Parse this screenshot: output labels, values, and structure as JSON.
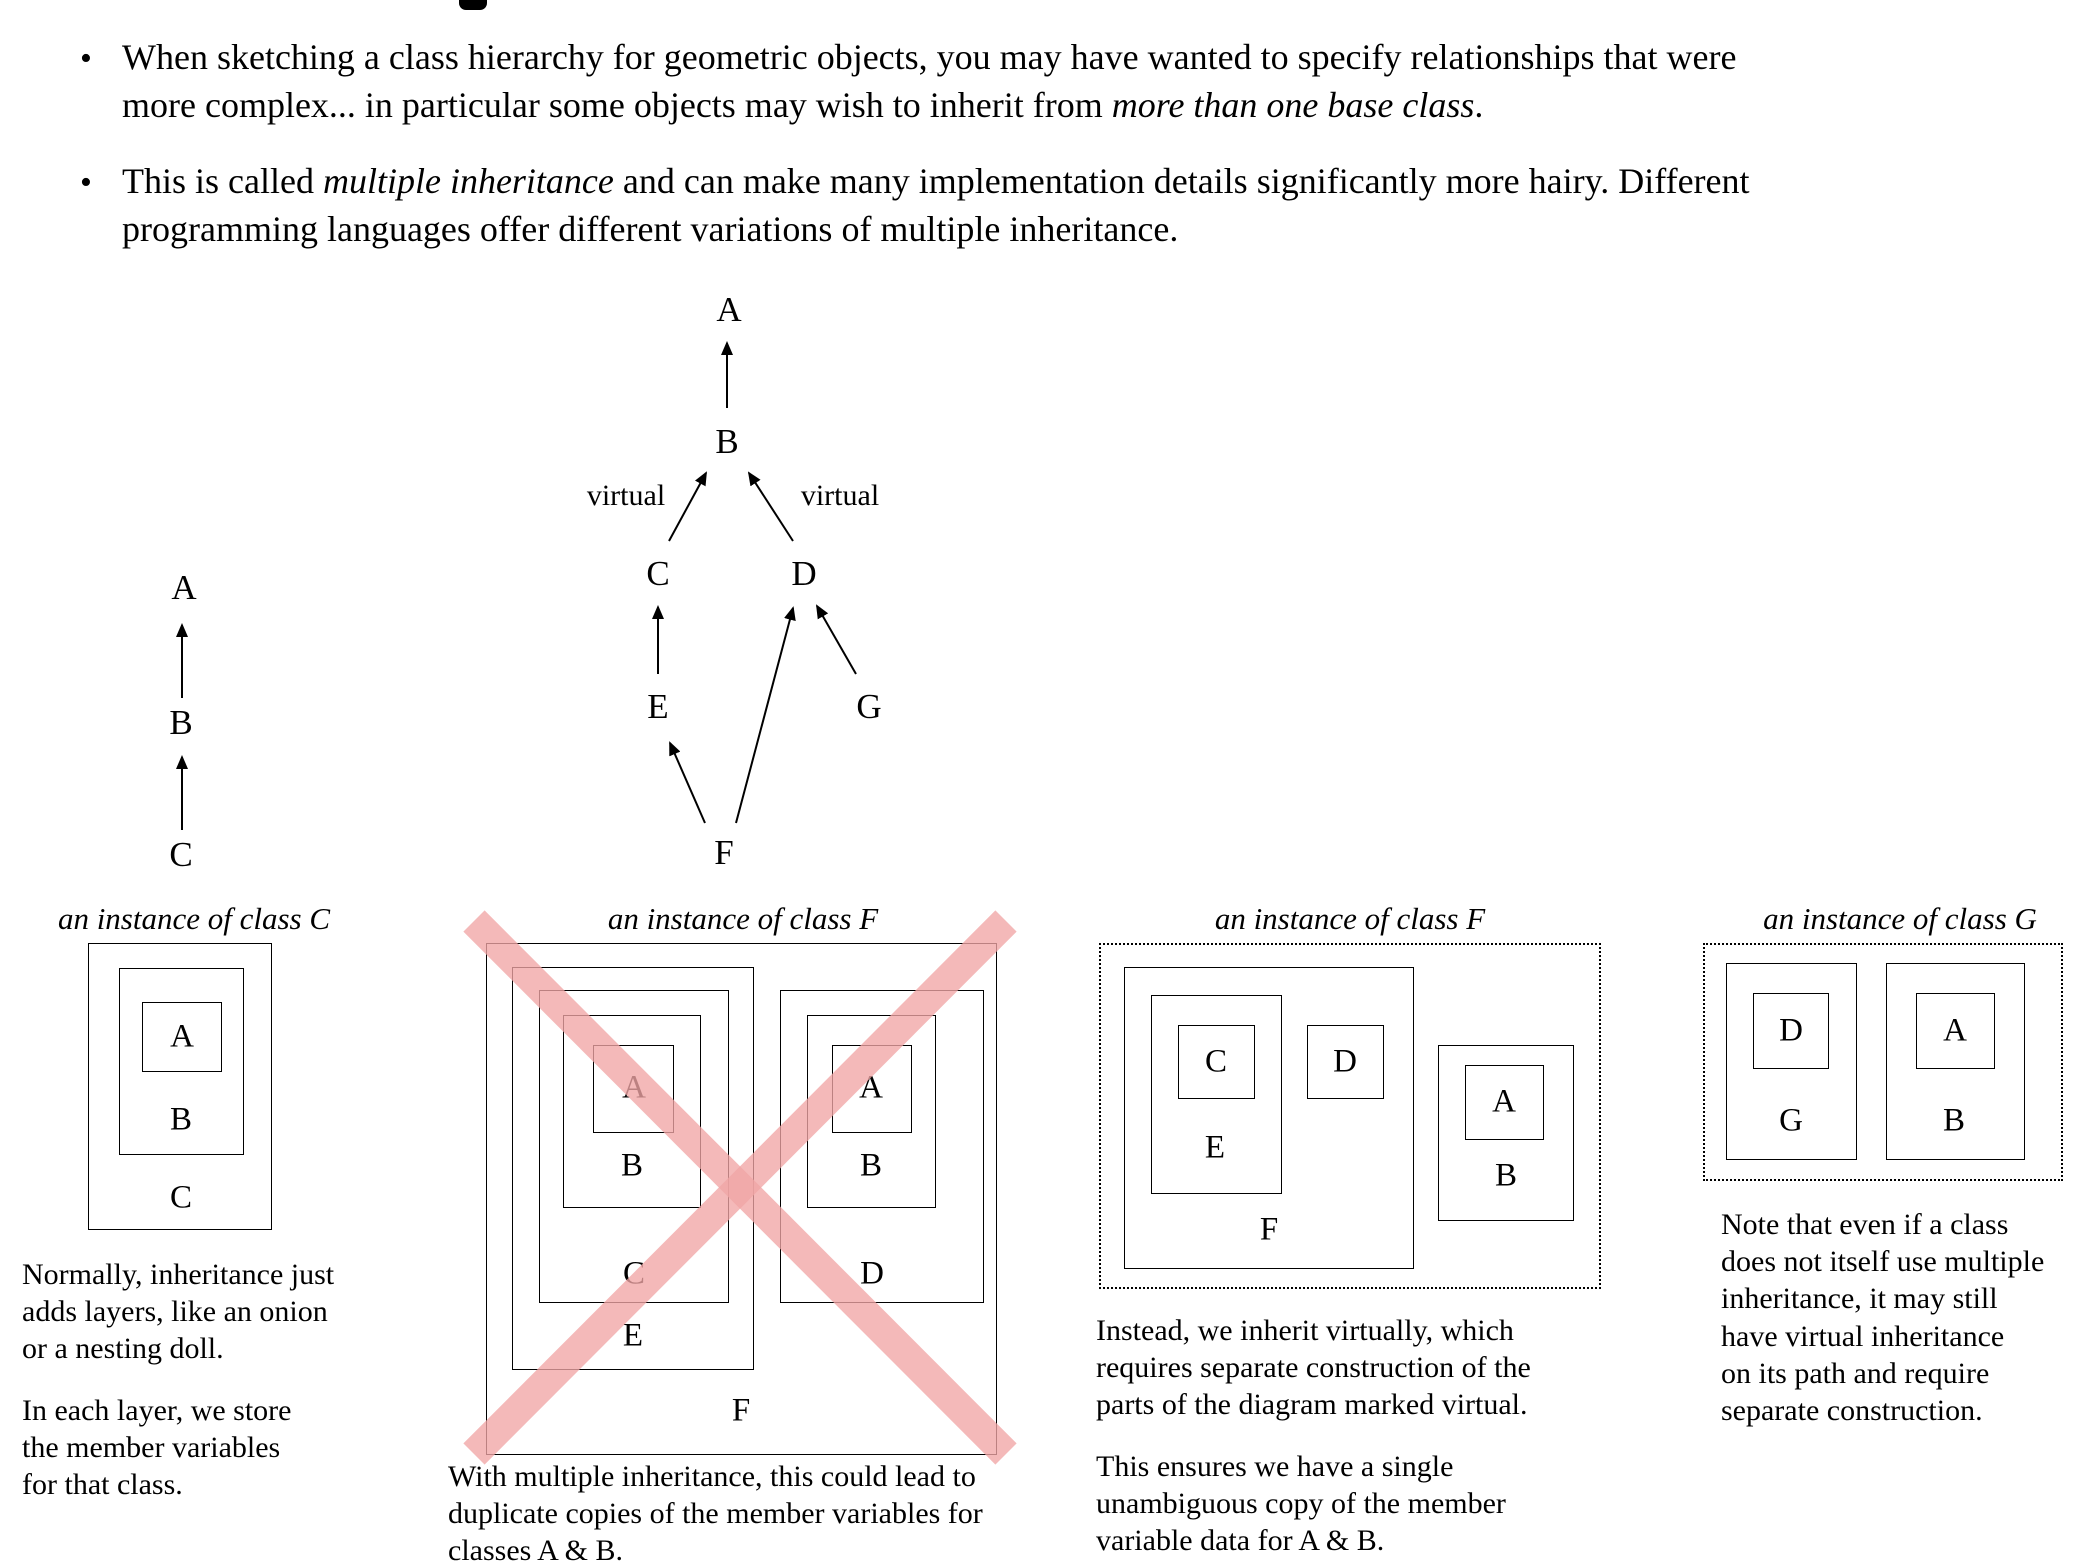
{
  "bullets": [
    {
      "marker": "•",
      "pre": "When sketching a class hierarchy for geometric objects, you may have wanted to specify relationships that were\nmore complex... in particular some objects may wish to inherit from ",
      "em": "more than one base class",
      "post": "."
    },
    {
      "marker": "•",
      "pre": "This is called ",
      "em": "multiple inheritance",
      "post": " and can make many implementation details significantly more hairy.  Different\nprogramming languages offer different variations of multiple inheritance."
    }
  ],
  "chain_diagram": {
    "a": "A",
    "b": "B",
    "c": "C"
  },
  "diamond_diagram": {
    "a": "A",
    "b": "B",
    "c": "C",
    "d": "D",
    "e": "E",
    "f": "F",
    "g": "G",
    "virtual_left": "virtual",
    "virtual_right": "virtual"
  },
  "panel_c": {
    "title": "an instance of class C",
    "a": "A",
    "b": "B",
    "c": "C",
    "caption1": "Normally, inheritance just\nadds layers, like an onion\nor a nesting doll.",
    "caption2": "In each layer, we store\nthe member variables\nfor that class."
  },
  "panel_f_bad": {
    "title": "an instance of class F",
    "left_a": "A",
    "left_b": "B",
    "left_c": "C",
    "left_e": "E",
    "right_a": "A",
    "right_b": "B",
    "right_d": "D",
    "f": "F",
    "caption": "With multiple inheritance, this could lead to\nduplicate copies of the member variables for\nclasses A & B."
  },
  "panel_f_virtual": {
    "title": "an instance of class F",
    "c": "C",
    "d": "D",
    "e": "E",
    "f": "F",
    "a": "A",
    "b": "B",
    "caption1": "Instead, we inherit virtually, which\nrequires separate construction of the\nparts of the diagram marked virtual.",
    "caption2": "This ensures we have a single\nunambiguous copy of the member\nvariable data for A & B."
  },
  "panel_g": {
    "title": "an instance of class G",
    "d": "D",
    "g": "G",
    "a": "A",
    "b": "B",
    "caption": "Note that even if a class\ndoes not itself use multiple\ninheritance, it may still\nhave virtual inheritance\non its path and require\nseparate construction."
  },
  "colors": {
    "ink": "#000000",
    "cross": "#f1a6a6",
    "background": "#ffffff"
  }
}
